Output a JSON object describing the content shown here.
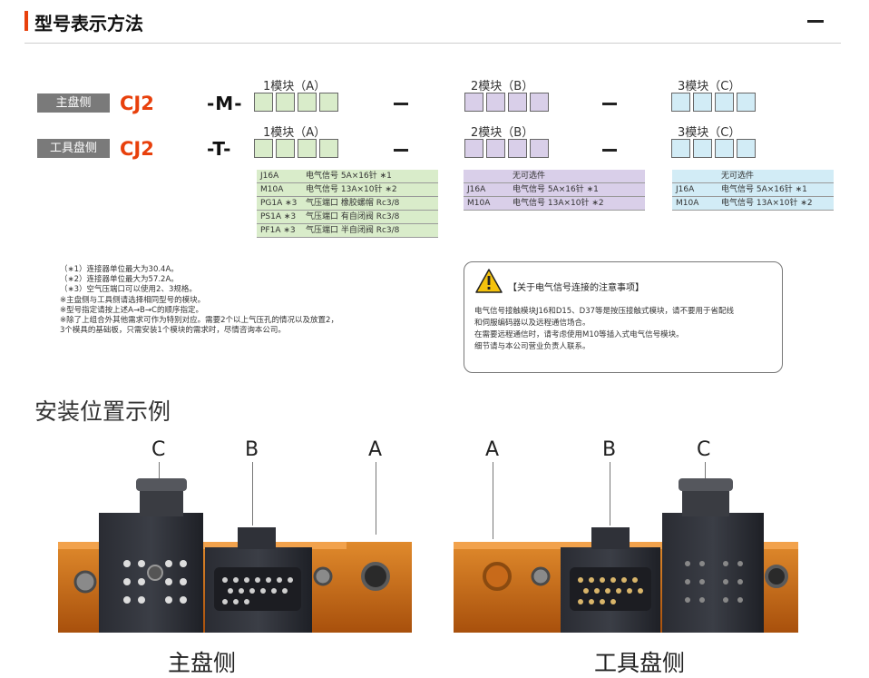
{
  "header": {
    "title": "型号表示方法"
  },
  "rows": [
    {
      "tag": "主盘侧",
      "series": "CJ2",
      "code": "-M-",
      "module_labels": [
        "1模块（A）",
        "2模块（B）",
        "3模块（C）"
      ]
    },
    {
      "tag": "工具盘侧",
      "series": "CJ2",
      "code": "-T-",
      "module_labels": [
        "1模块（A）",
        "2模块（B）",
        "3模块（C）"
      ]
    }
  ],
  "colors": {
    "accent": "#e8400c",
    "green": "#d9ecca",
    "purple": "#d9cfe9",
    "blue": "#d2ecf6"
  },
  "options": {
    "a": [
      {
        "code": "J16A",
        "desc": "电气信号 5A×16针 ∗1"
      },
      {
        "code": "M10A",
        "desc": "电气信号 13A×10针 ∗2"
      },
      {
        "code": "PG1A ∗3",
        "desc": "气压端口 橡胶螺帽 Rc3/8"
      },
      {
        "code": "PS1A ∗3",
        "desc": "气压端口 有自闭阀  Rc3/8"
      },
      {
        "code": "PF1A ∗3",
        "desc": "气压端口 半自闭阀 Rc3/8"
      }
    ],
    "b": [
      {
        "code": "",
        "desc": "无可选件"
      },
      {
        "code": "J16A",
        "desc": "电气信号 5A×16针 ∗1"
      },
      {
        "code": "M10A",
        "desc": "电气信号 13A×10针 ∗2"
      }
    ],
    "c": [
      {
        "code": "",
        "desc": "无可选件"
      },
      {
        "code": "J16A",
        "desc": "电气信号 5A×16针 ∗1"
      },
      {
        "code": "M10A",
        "desc": "电气信号 13A×10针 ∗2"
      }
    ]
  },
  "notes": [
    "（∗1）连接器单位最大为30.4A。",
    "（∗2）连接器单位最大为57.2A。",
    "（∗3）空气压端口可以使用2、3规格。",
    "※主盘侧与工具侧请选择相同型号的模块。",
    "※型号指定请按上述A→B→C的顺序指定。",
    "※除了上组合外其他需求可作为特别对应。需要2个以上气压孔的情况以及放置2，",
    "   3个模具的基础板，只需安装1个模块的需求时，尽情咨询本公司。"
  ],
  "caution": {
    "title": "【关于电气信号连接的注意事项】",
    "lines": [
      "电气信号接触模块J16和D15、D37等是按压接触式模块，请不要用于省配线",
      "和伺服编码器以及远程通信场合。",
      "在需要远程通信时，请考虑使用M10等插入式电气信号模块。",
      "细节请与本公司营业负责人联系。"
    ]
  },
  "install": {
    "title": "安装位置示例",
    "master": {
      "caption": "主盘侧",
      "letters": [
        "C",
        "B",
        "A"
      ]
    },
    "tool": {
      "caption": "工具盘侧",
      "letters": [
        "A",
        "B",
        "C"
      ]
    }
  }
}
